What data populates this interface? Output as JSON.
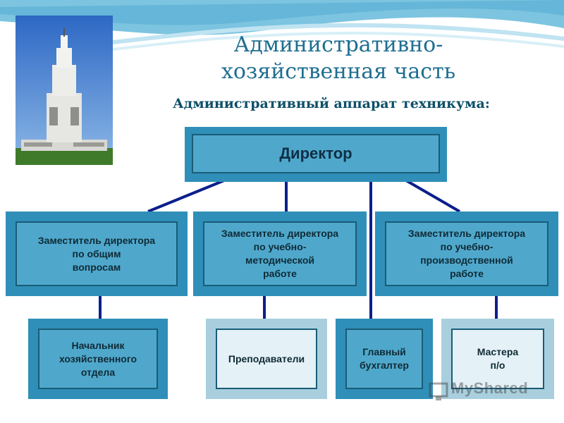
{
  "slide": {
    "title_line1": "Административно-",
    "title_line2": "хозяйственная часть",
    "subtitle": "Административный аппарат техникума:"
  },
  "org_chart": {
    "director": "Директор",
    "deputies": [
      "Заместитель директора\nпо общим\nвопросам",
      "Заместитель директора\nпо учебно-\nметодической\nработе",
      "Заместитель директора\nпо учебно-\nпроизводственной\nработе"
    ],
    "staff": [
      "Начальник\nхозяйственного\nотдела",
      "Преподаватели",
      "Главный\nбухгалтер",
      "Мастера\nп/о"
    ]
  },
  "watermark": "MyShared",
  "colors": {
    "box_fill": "#4fa8cc",
    "box_light_fill": "#e4f1f6",
    "connector": "#0b1f8c",
    "title_text": "#1e6e90"
  }
}
